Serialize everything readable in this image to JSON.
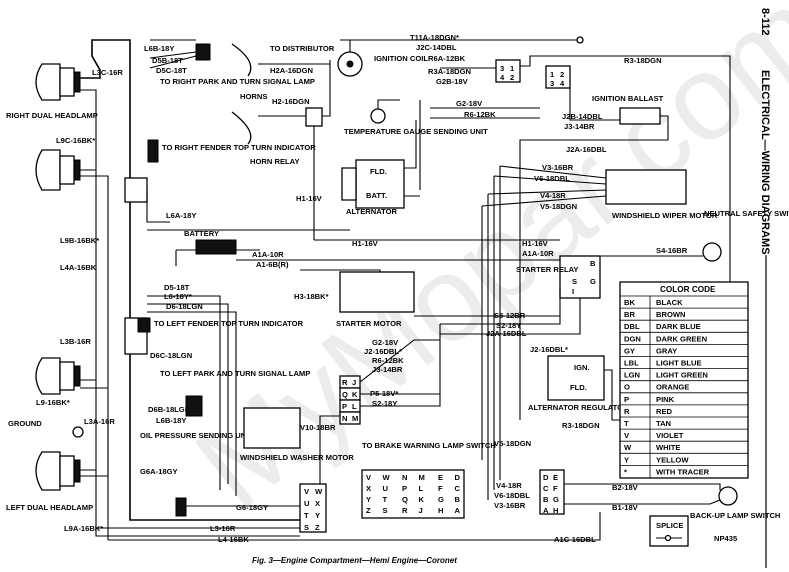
{
  "page_number": "8-112",
  "section_title": "ELECTRICAL—WIRING DIAGRAMS",
  "caption": "Fig. 3—Engine Compartment—Hemi Engine—Coronet",
  "figure_code": "NP435",
  "watermark": "MyMopar.com",
  "components": {
    "right_dual_headlamp": "RIGHT DUAL HEADLAMP",
    "left_dual_headlamp": "LEFT DUAL HEADLAMP",
    "horns": "HORNS",
    "horn_relay": "HORN RELAY",
    "to_distributor": "TO DISTRIBUTOR",
    "ignition_coil": "IGNITION COIL",
    "temp_gauge": "TEMPERATURE GAUGE SENDING UNIT",
    "ignition_ballast": "IGNITION BALLAST",
    "alternator": "ALTERNATOR",
    "fld": "FLD.",
    "batt": "BATT.",
    "windshield_wiper_motor": "WINDSHIELD WIPER MOTOR",
    "neutral_safety_switch": "NEUTRAL SAFETY SWITCH",
    "battery": "BATTERY",
    "starter_relay": "STARTER RELAY",
    "starter_motor": "STARTER MOTOR",
    "to_right_park": "TO RIGHT PARK AND TURN SIGNAL LAMP",
    "to_right_fender": "TO RIGHT FENDER TOP TURN INDICATOR",
    "to_left_fender": "TO LEFT FENDER TOP TURN INDICATOR",
    "to_left_park": "TO LEFT PARK AND TURN SIGNAL LAMP",
    "ground": "GROUND",
    "oil_pressure": "OIL PRESSURE SENDING UNIT",
    "washer_motor": "WINDSHIELD WASHER MOTOR",
    "to_brake_warning": "TO BRAKE WARNING LAMP SWITCH",
    "alternator_regulator": "ALTERNATOR REGULATOR",
    "ign": "IGN.",
    "back_up": "BACK-UP LAMP SWITCH",
    "splice": "SPLICE"
  },
  "color_code": {
    "title": "COLOR CODE",
    "rows": [
      [
        "BK",
        "BLACK"
      ],
      [
        "BR",
        "BROWN"
      ],
      [
        "DBL",
        "DARK BLUE"
      ],
      [
        "DGN",
        "DARK GREEN"
      ],
      [
        "GY",
        "GRAY"
      ],
      [
        "LBL",
        "LIGHT BLUE"
      ],
      [
        "LGN",
        "LIGHT GREEN"
      ],
      [
        "O",
        "ORANGE"
      ],
      [
        "P",
        "PINK"
      ],
      [
        "R",
        "RED"
      ],
      [
        "T",
        "TAN"
      ],
      [
        "V",
        "VIOLET"
      ],
      [
        "W",
        "WHITE"
      ],
      [
        "Y",
        "YELLOW"
      ],
      [
        "*",
        "WITH TRACER"
      ]
    ]
  },
  "wires": {
    "t11a": "T11A-18DGN*",
    "j2c": "J2C-14DBL",
    "r6a": "R6A-12BK",
    "r3a": "R3A-18DGN",
    "g2b": "G2B-18V",
    "r3": "R3-18DGN",
    "l6b": "L6B-18Y",
    "d5b": "D5B-18T",
    "d5c": "D5C-18T",
    "h2a": "H2A-16DGN",
    "l3c": "L3C-16R",
    "l9c": "L9C-16BK*",
    "h2": "H2-16DGN",
    "g2": "G2-18V",
    "r6": "R6-12BK",
    "j2b": "J2B-14DBL",
    "j3": "J3-14BR",
    "j2a": "J2A-16DBL",
    "v3": "V3-16BR",
    "v6": "V6-18DBL",
    "v4": "V4-18R",
    "v5": "V5-18DGN",
    "h1a": "H1-16V",
    "h1b": "H1-16V",
    "h1c": "H1-16V",
    "l6a": "L6A-18Y",
    "l9b": "L9B-16BK*",
    "l4a": "L4A-16BK",
    "a1a": "A1A-10R",
    "a16": "A1-6B(R)",
    "a1a2": "A1A-10R",
    "s4": "S4-16BR",
    "h3": "H3-18BK*",
    "d5": "D5-18T",
    "l6": "L6-18Y*",
    "d6": "D6-18LGN",
    "s5": "S5-12BR",
    "s2a": "S2-18Y",
    "j2a2": "J2A-16DBL",
    "l3b": "L3B-16R",
    "d6c": "D6C-18LGN",
    "g2c": "G2-18V",
    "j2d": "J2-16DBL*",
    "r6b": "R6-12BK",
    "j3b": "J3-14BR",
    "j2e": "J2-16DBL*",
    "l9": "L9-16BK*",
    "l3a": "L3A-16R",
    "d6b": "D6B-18LGN",
    "l6b2": "L6B-18Y",
    "p5": "P5-18V*",
    "s2b": "S2-18Y",
    "v10": "V10-18BR",
    "r3b": "R3-18DGN",
    "v5b": "V5-18DGN",
    "g6a": "G6A-18GY",
    "g6": "G6-18GY",
    "v4b": "V4-18R",
    "v6b": "V6-18DBL",
    "v3b": "V3-16BR",
    "b2": "B2-18V",
    "b1": "B1-18V",
    "l9a": "L9A-16BK*",
    "l3": "L3-16R",
    "l4": "L4-16BK",
    "a1c": "A1C-16DBL"
  },
  "connector_left": [
    "V",
    "W",
    "U",
    "X",
    "T",
    "Y",
    "S",
    "Z"
  ],
  "connector_mid": [
    "R",
    "J",
    "Q",
    "K",
    "P",
    "L",
    "N",
    "M"
  ],
  "connector_big": [
    "V",
    "W",
    "N",
    "M",
    "E",
    "D",
    "X",
    "U",
    "P",
    "L",
    "F",
    "C",
    "Y",
    "T",
    "Q",
    "K",
    "G",
    "B",
    "Z",
    "S",
    "R",
    "J",
    "H",
    "A"
  ],
  "connector_bottom": [
    "D",
    "E",
    "C",
    "F",
    "B",
    "G",
    "A",
    "H"
  ],
  "connector_top": [
    "3",
    "1",
    "4",
    "2"
  ],
  "connector_ign": [
    "1",
    "2",
    "3",
    "4"
  ],
  "relay_pins": [
    "B",
    "S",
    "G",
    "I"
  ]
}
